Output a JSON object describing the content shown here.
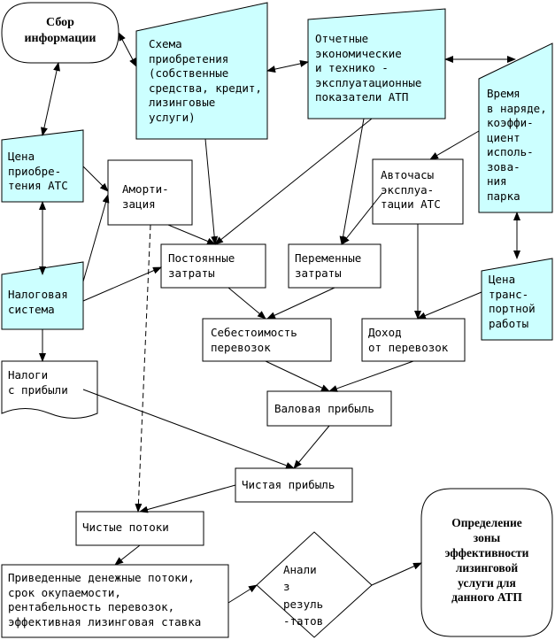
{
  "nodes": {
    "collect": "Сбор\nинформации",
    "scheme": "Схема\nприобретения\n(собственные\nсредства, кредит,\nлизинговые\nуслуги)",
    "reports": "Отчетные\nэкономические\nи технико -\nэксплуатационные\nпоказатели АТП",
    "time": "Время\nв наряде,\nкоэффи-\nциент\nисполь-\nзова-\nния\nпарка",
    "price_ats": "Цена\nприобре-\nтения АТС",
    "amort": "Аморти-\nзация",
    "hours": "Авточасы\nэксплуа-\nтации АТС",
    "fixed": "Постоянные\nзатраты",
    "variable": "Переменные\nзатраты",
    "tax_system": "Налоговая\nсистема",
    "price_transport": "Цена\nтранс-\nпортной\nработы",
    "cost": "Себестоимость\nперевозок",
    "income": "Доход\nот перевозок",
    "taxes": "Налоги\nс прибыли",
    "gross": "Валовая прибыль",
    "net": "Чистая прибыль",
    "flows": "Чистые потоки",
    "indicators": "Приведенные денежные потоки,\nсрок окупаемости,\nрентабельность перевозок,\nэффективная лизинговая ставка",
    "analysis": "Анали\nз\nрезуль\n-татов",
    "result": "Определение\nзоны\nэффективности\nлизинговой\nуслуги для\nданного АТП"
  },
  "colors": {
    "highlight": "#ccffff",
    "stroke": "#000000",
    "fill": "#ffffff"
  }
}
